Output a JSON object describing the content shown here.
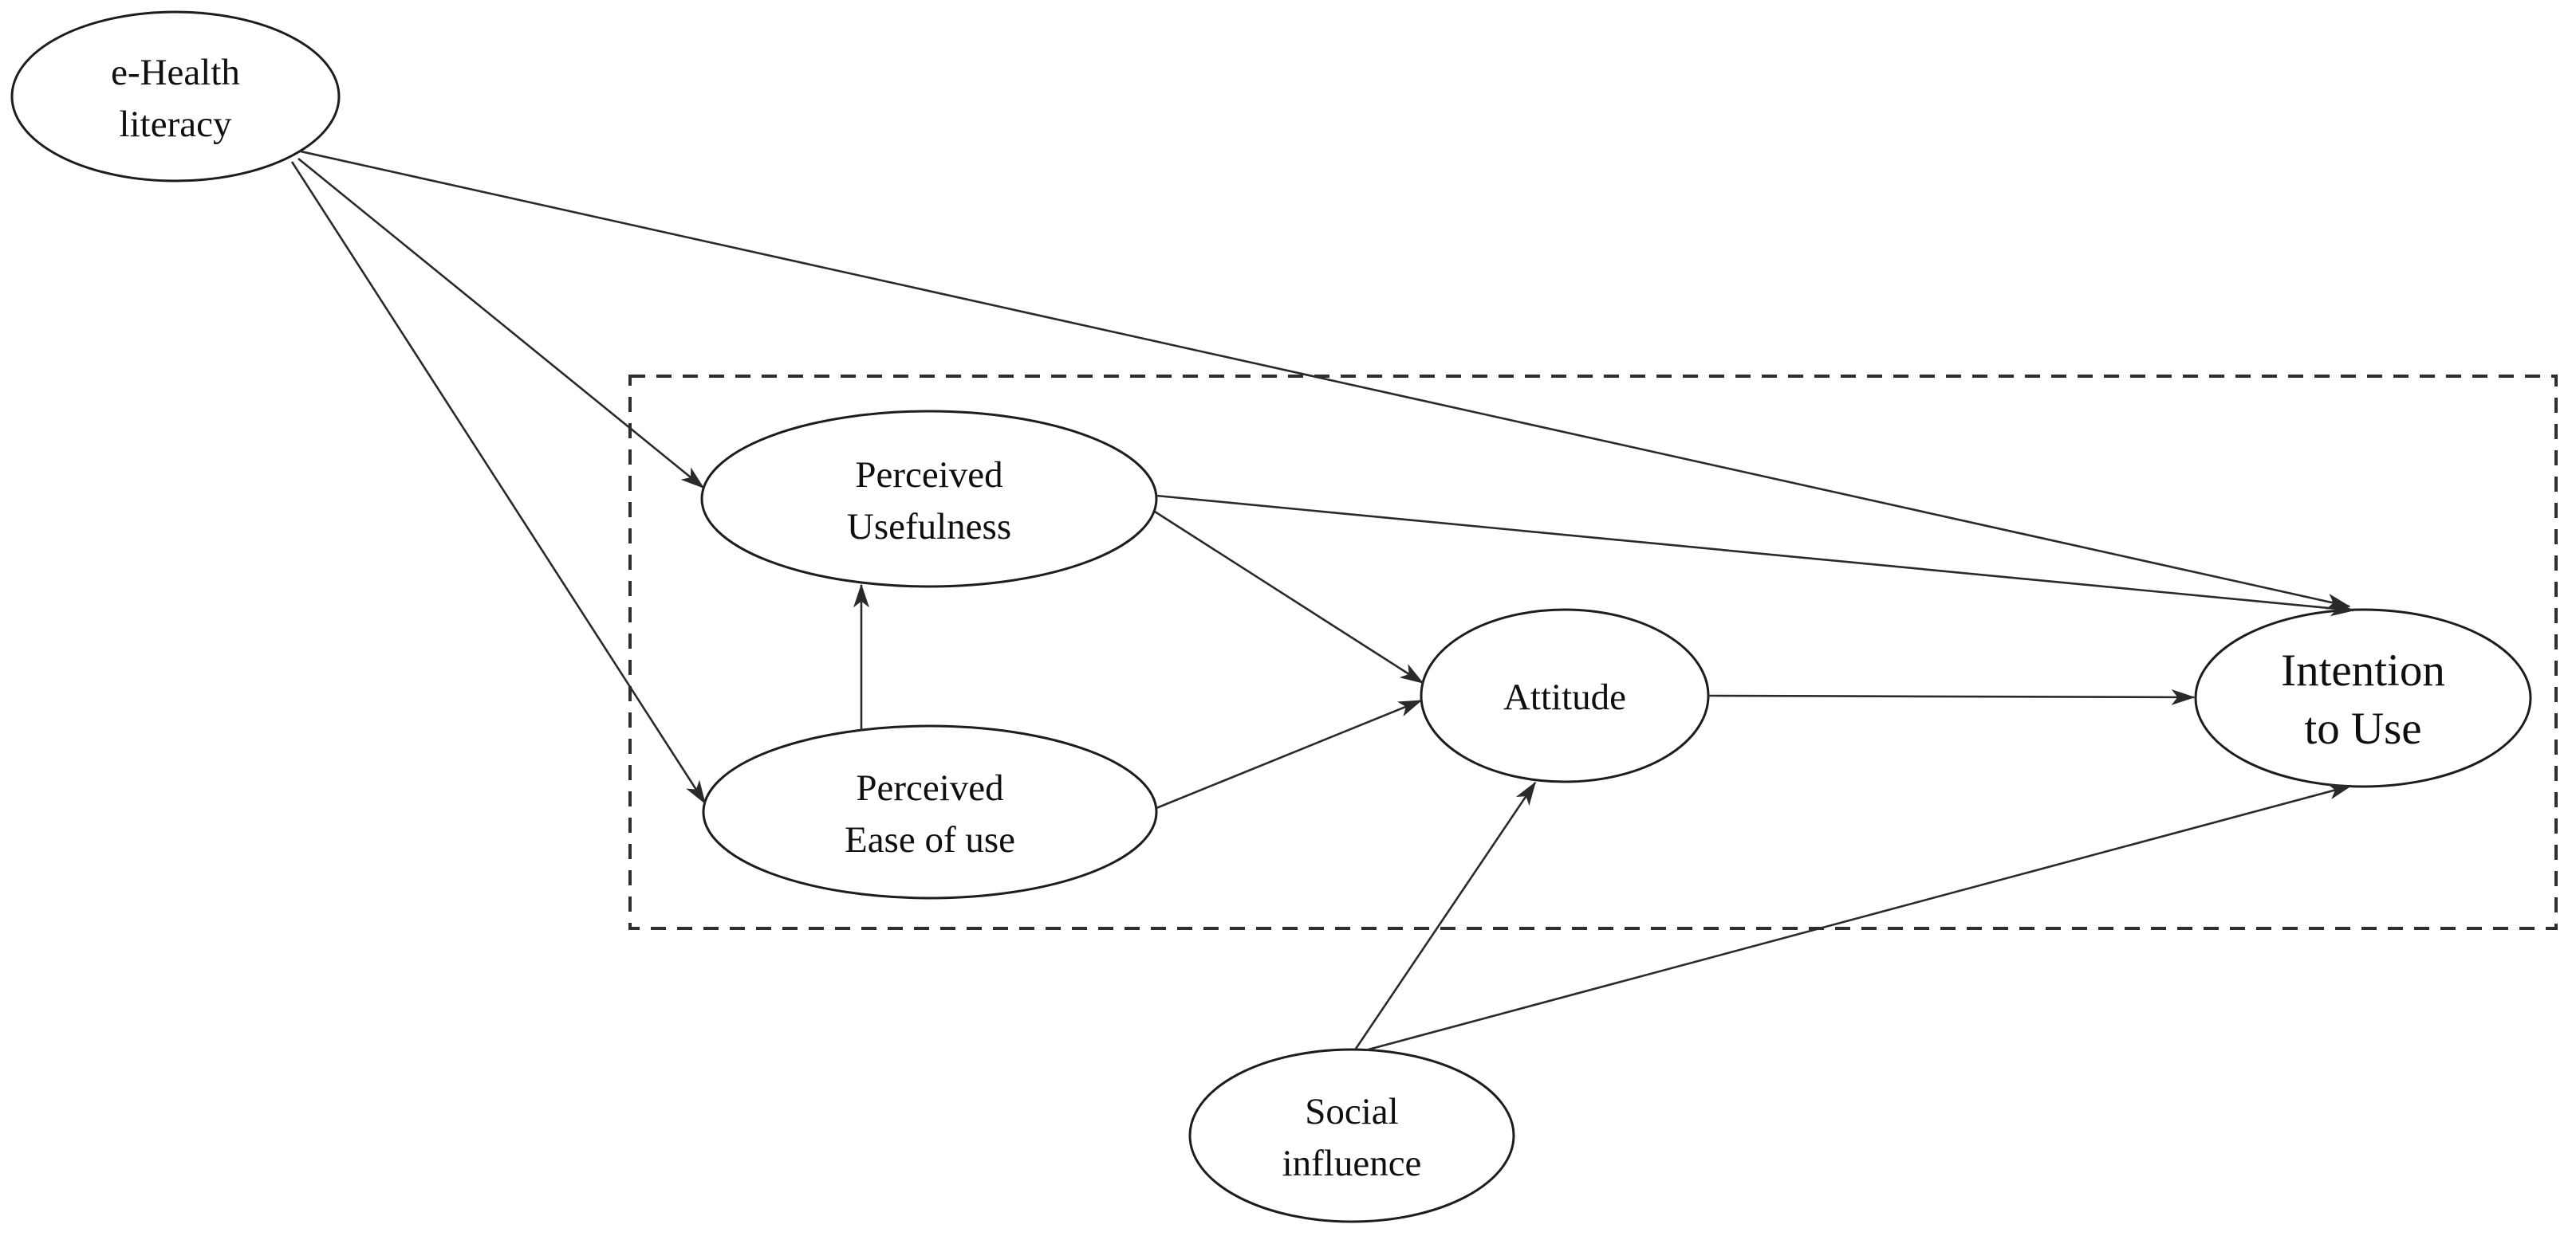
{
  "diagram": {
    "type": "path-model",
    "background_color": "#ffffff",
    "line_color": "#2a2a2a",
    "text_color": "#0f0f0f",
    "group_box_style": "dashed",
    "nodes": {
      "ehealth": {
        "label": "e-Health literacy",
        "lines": [
          "e-Health",
          "literacy"
        ]
      },
      "perceived_usefulness": {
        "label": "Perceived Usefulness",
        "lines": [
          "Perceived",
          "Usefulness"
        ]
      },
      "perceived_ease_of_use": {
        "label": "Perceived Ease of use",
        "lines": [
          "Perceived",
          "Ease of use"
        ]
      },
      "attitude": {
        "label": "Attitude",
        "lines": [
          "Attitude"
        ]
      },
      "intention_to_use": {
        "label": "Intention to Use",
        "lines": [
          "Intention",
          "to Use"
        ]
      },
      "social_influence": {
        "label": "Social influence",
        "lines": [
          "Social",
          "influence"
        ]
      }
    },
    "edges": [
      {
        "from": "e-Health literacy",
        "to": "Perceived Usefulness"
      },
      {
        "from": "e-Health literacy",
        "to": "Perceived Ease of use"
      },
      {
        "from": "e-Health literacy",
        "to": "Intention to Use"
      },
      {
        "from": "Perceived Ease of use",
        "to": "Perceived Usefulness"
      },
      {
        "from": "Perceived Usefulness",
        "to": "Attitude"
      },
      {
        "from": "Perceived Ease of use",
        "to": "Attitude"
      },
      {
        "from": "Perceived Usefulness",
        "to": "Intention to Use"
      },
      {
        "from": "Attitude",
        "to": "Intention to Use"
      },
      {
        "from": "Social influence",
        "to": "Attitude"
      },
      {
        "from": "Social influence",
        "to": "Intention to Use"
      }
    ],
    "group_box_contains": [
      "Perceived Usefulness",
      "Perceived Ease of use",
      "Attitude",
      "Intention to Use"
    ]
  }
}
